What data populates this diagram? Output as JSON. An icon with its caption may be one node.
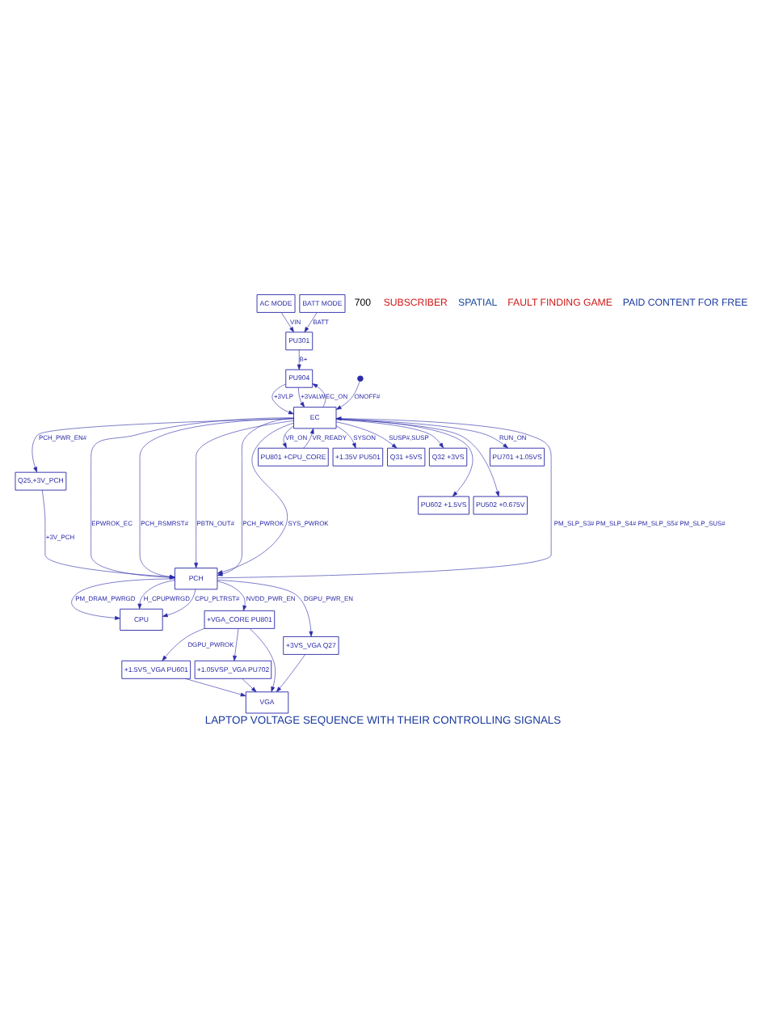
{
  "diagram": {
    "title": "LAPTOP VOLTAGE SEQUENCE WITH THEIR CONTROLLING SIGNALS",
    "nodes": [
      {
        "text": [
          "AC MODE"
        ]
      },
      {
        "text": [
          "BATT MODE"
        ]
      },
      {
        "text": [
          "PU301"
        ]
      },
      {
        "text": [
          "PU904"
        ]
      },
      {
        "text": [
          "EC"
        ]
      },
      {
        "text": [
          "Q25,+3V_PCH"
        ]
      },
      {
        "text": [
          "PCH"
        ]
      },
      {
        "text": [
          "CPU"
        ]
      },
      {
        "text": [],
        "shape": "switch"
      },
      {
        "text": [
          "PU801 +CPU_CORE"
        ]
      },
      {
        "text": [
          "+1.35V PU501"
        ]
      },
      {
        "text": [
          "Q31 +5VS"
        ]
      },
      {
        "text": [
          "Q32 +3VS"
        ]
      },
      {
        "text": [
          "PU602 +1.5VS"
        ]
      },
      {
        "text": [
          "PU502 +0.675V"
        ]
      },
      {
        "text": [
          "PU701 +1.05VS"
        ]
      },
      {
        "text": [
          "+VGA_CORE PU801"
        ]
      },
      {
        "text": [
          "+1.5VS_VGA PU601"
        ]
      },
      {
        "text": [
          "+1.05VSP_VGA PU702"
        ]
      },
      {
        "text": [
          "+3VS_VGA Q27"
        ]
      },
      {
        "text": [
          "VGA"
        ]
      }
    ],
    "edges": [
      {
        "from": 0,
        "to": 2,
        "arrow": "to",
        "label": "VIN"
      },
      {
        "from": 1,
        "to": 2,
        "arrow": "to",
        "label": "BATT"
      },
      {
        "from": 2,
        "to": 3,
        "arrow": "to",
        "label": "B+"
      },
      {
        "from": 3,
        "to": 4,
        "arrow": "to",
        "label": "+3VLP"
      },
      {
        "from": 3,
        "to": 4,
        "arrow": "to",
        "label": "+3VALW"
      },
      {
        "from": 4,
        "to": 3,
        "arrow": "to",
        "label": "EC_ON"
      },
      {
        "from": 8,
        "to": 4,
        "arrow": "to",
        "label": "ONOFF#"
      },
      {
        "from": 9,
        "to": 4,
        "arrow": "to",
        "label": "VR_READY"
      },
      {
        "from": 4,
        "to": 9,
        "arrow": "to",
        "label": "VR_ON"
      },
      {
        "from": 4,
        "to": 5,
        "arrow": "to",
        "label": "PCH_PWR_EN#"
      },
      {
        "from": 5,
        "to": 6,
        "arrow": "to",
        "label": "+3V_PCH"
      },
      {
        "from": 4,
        "to": 6,
        "arrow": "to",
        "label": "EPWROK_EC"
      },
      {
        "from": 4,
        "to": 6,
        "arrow": "to",
        "label": "PCH_RSMRST#"
      },
      {
        "from": 4,
        "to": 6,
        "arrow": "to",
        "label": "PBTN_OUT#"
      },
      {
        "from": 6,
        "to": 4,
        "arrow": "to",
        "label": "PM_SLP_S3# PM_SLP_S4# PM_SLP_S5# PM_SLP_SUS#"
      },
      {
        "from": 4,
        "to": 6,
        "arrow": "to",
        "label": "PCH_PWROK"
      },
      {
        "from": 4,
        "to": 6,
        "arrow": "to",
        "label": "SYS_PWROK"
      },
      {
        "from": 6,
        "to": 7,
        "arrow": "to",
        "label": "PM_DRAM_PWRGD"
      },
      {
        "from": 6,
        "to": 7,
        "arrow": "to",
        "label": "H_CPUPWRGD"
      },
      {
        "from": 6,
        "to": 7,
        "arrow": "to",
        "label": "CPU_PLTRST#"
      },
      {
        "from": 4,
        "to": 10,
        "arrow": "to",
        "label": "SYSON"
      },
      {
        "from": 4,
        "to": 11,
        "arrow": "to",
        "label": "SUSP#,SUSP"
      },
      {
        "from": 4,
        "to": 12,
        "arrow": "to"
      },
      {
        "from": 4,
        "to": 13,
        "arrow": "to"
      },
      {
        "from": 4,
        "to": 14,
        "arrow": "to"
      },
      {
        "from": 4,
        "to": 15,
        "arrow": "to",
        "label": "RUN_ON"
      },
      {
        "from": 6,
        "to": 16,
        "arrow": "to",
        "label": "NVDD_PWR_EN"
      },
      {
        "from": 6,
        "to": 19,
        "arrow": "to",
        "label": "DGPU_PWR_EN"
      },
      {
        "from": 16,
        "to": 17,
        "arrow": "to",
        "label": "DGPU_PWROK"
      },
      {
        "from": 16,
        "to": 18,
        "arrow": "to"
      },
      {
        "from": 16,
        "to": 20,
        "arrow": "to"
      },
      {
        "from": 17,
        "to": 20,
        "arrow": "to"
      },
      {
        "from": 18,
        "to": 20,
        "arrow": "to"
      },
      {
        "from": 19,
        "to": 20,
        "arrow": "to"
      }
    ],
    "labels": [
      "700",
      "SUBSCRIBER",
      "SPATIAL",
      "FAULT FINDING GAME",
      "PAID CONTENT FOR FREE"
    ]
  }
}
